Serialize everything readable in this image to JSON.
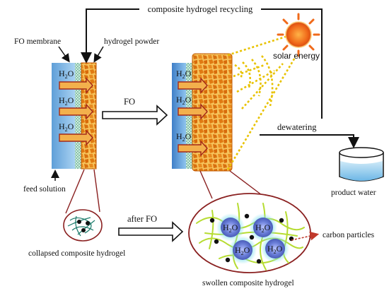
{
  "labels": {
    "recycling": "composite hydrogel recycling",
    "fo_membrane": "FO membrane",
    "hydrogel_powder": "hydrogel powder",
    "fo": "FO",
    "solar_energy": "solar energy",
    "dewatering": "dewatering",
    "feed_solution": "feed solution",
    "product_water": "product water",
    "after_fo": "after FO",
    "collapsed": "collapsed composite hydrogel",
    "swollen": "swollen composite hydrogel",
    "carbon_particles": "carbon particles"
  },
  "water": {
    "h": "H",
    "sub": "2",
    "o": "O"
  },
  "colors": {
    "feed": "#7fb7e6",
    "membrane": "#b9e3d0",
    "hydrogel": "#e07a12",
    "hydrogel_light": "#f6c25a",
    "sun": "#f06a1a",
    "dotted_beam": "#e8c200",
    "fiber": "#b6dc32",
    "molecule": "#6a7ed8",
    "molecule_glow": "#7ee0ec",
    "arrow_red": "#c0392b",
    "ellipse_red": "#8a2020"
  }
}
